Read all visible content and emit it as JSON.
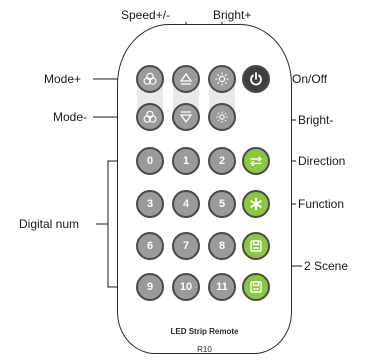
{
  "labels": {
    "speed": "Speed+/-",
    "bright_plus": "Bright+",
    "mode_plus": "Mode+",
    "on_off": "On/Off",
    "mode_minus": "Mode-",
    "bright_minus": "Bright-",
    "direction": "Direction",
    "function": "Function",
    "digital_num": "Digital num",
    "scene": "2 Scene"
  },
  "digits": [
    "0",
    "1",
    "2",
    "3",
    "4",
    "5",
    "6",
    "7",
    "8",
    "9",
    "10",
    "11"
  ],
  "remote": {
    "name": "LED Strip Remote",
    "model": "R10"
  },
  "colors": {
    "gray_button": "#9a9a9a",
    "green_button": "#8dc63f",
    "power_button": "#3f3f3f"
  },
  "icons": {
    "mode_plus": "mode-circles-icon",
    "mode_minus": "mode-circles-icon",
    "speed_up": "triangle-up-icon",
    "speed_down": "triangle-down-icon",
    "bright_plus": "sun-bright-icon",
    "bright_minus": "sun-dim-icon",
    "power": "power-icon",
    "direction": "direction-arrows-icon",
    "function": "asterisk-icon",
    "scene": "save-icon"
  }
}
